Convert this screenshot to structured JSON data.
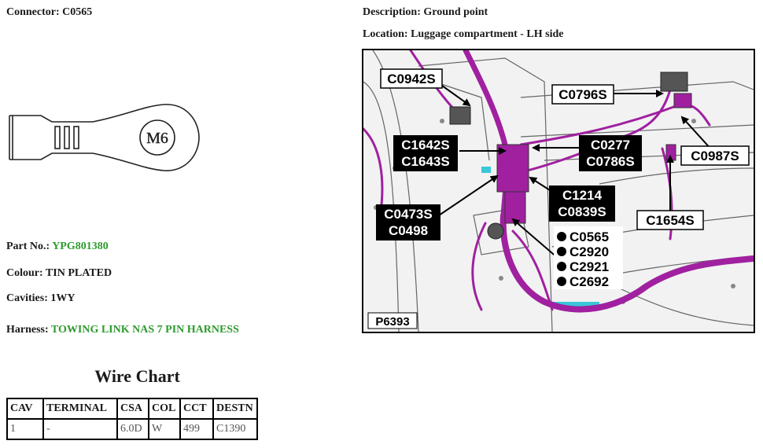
{
  "connector": {
    "label": "Connector:",
    "value": "C0565"
  },
  "description": {
    "label": "Description:",
    "value": "Ground point"
  },
  "location": {
    "label": "Location:",
    "value": "Luggage compartment - LH side"
  },
  "terminal": {
    "stud_label": "M6"
  },
  "part_no": {
    "label": "Part No.:",
    "value": "YPG801380"
  },
  "colour": {
    "label": "Colour:",
    "value": "TIN PLATED"
  },
  "cavities": {
    "label": "Cavities:",
    "value": "1WY"
  },
  "harness": {
    "label": "Harness:",
    "value": "TOWING LINK NAS 7 PIN HARNESS"
  },
  "wire_chart": {
    "title": "Wire Chart",
    "headers": [
      "CAV",
      "TERMINAL",
      "CSA",
      "COL",
      "CCT",
      "DESTN"
    ],
    "rows": [
      [
        "1",
        "-",
        "6.0D",
        "W",
        "499",
        "C1390"
      ]
    ]
  },
  "figure": {
    "ref": "P6393",
    "labels": {
      "c0942s": "C0942S",
      "c0796s": "C0796S",
      "c1642s": "C1642S",
      "c1643s": "C1643S",
      "c0277": "C0277",
      "c0786s": "C0786S",
      "c0987s": "C0987S",
      "c1214": "C1214",
      "c0839s": "C0839S",
      "c0473s": "C0473S",
      "c0498": "C0498",
      "c1654s": "C1654S",
      "c0565": "C0565",
      "c2920": "C2920",
      "c2921": "C2921",
      "c2692": "C2692"
    }
  },
  "colors": {
    "harness": "#a020a0",
    "value_green": "#2e9a2e",
    "cyan_part": "#38c8d8"
  }
}
